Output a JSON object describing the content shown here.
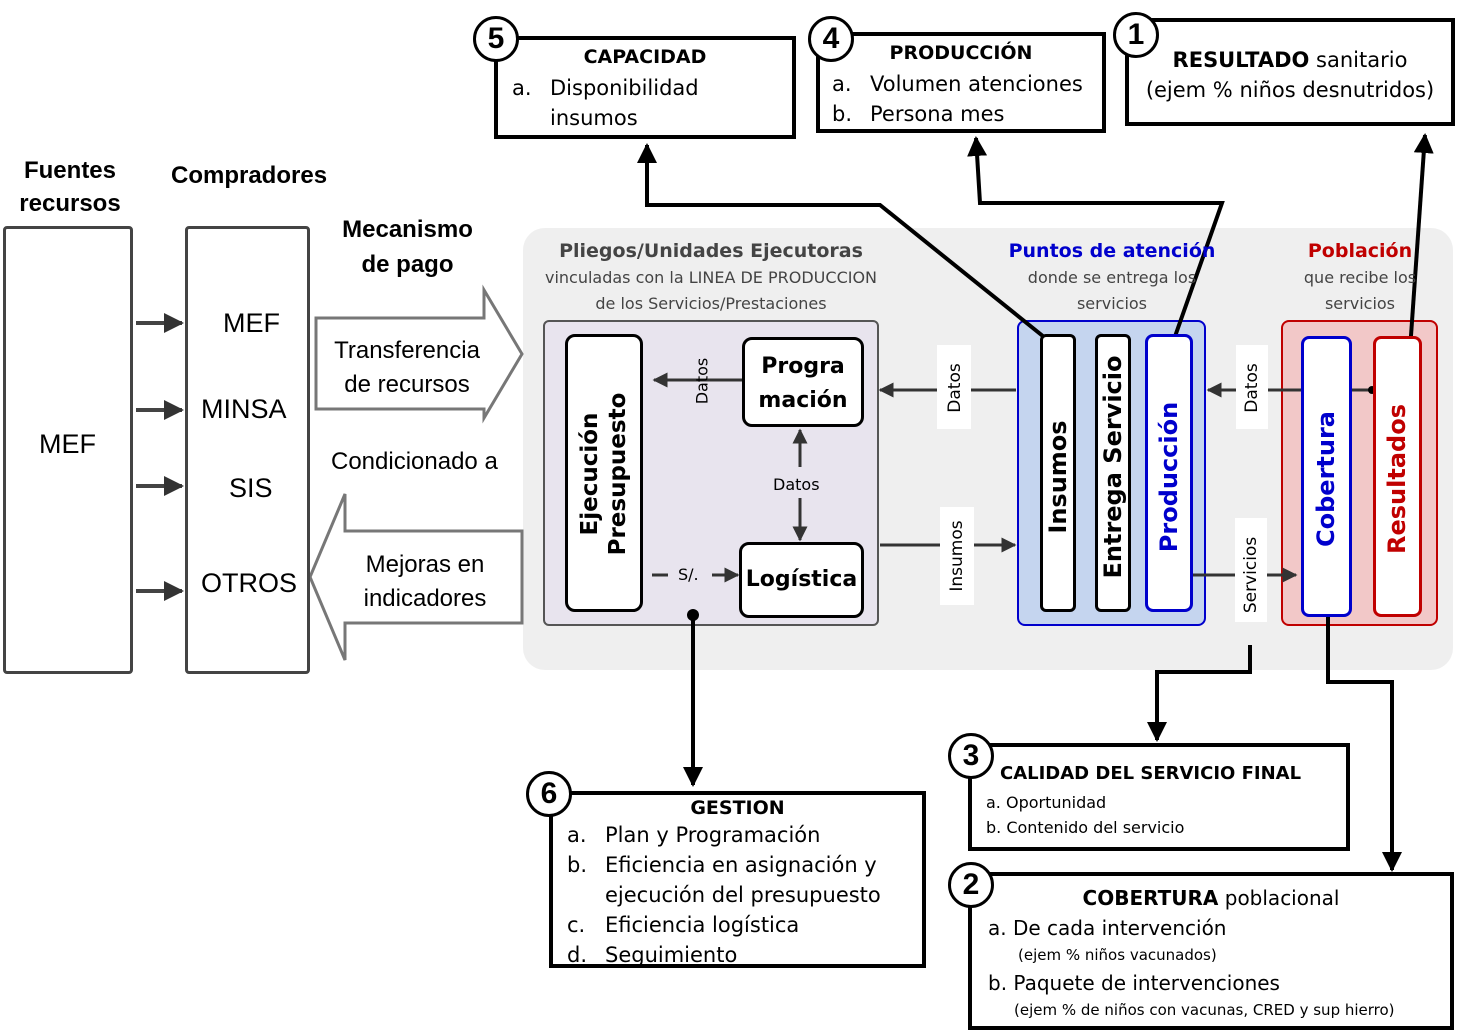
{
  "left": {
    "fuentes_line1": "Fuentes",
    "fuentes_line2": "recursos",
    "fuentes_box": "MEF",
    "compradores_title": "Compradores",
    "compradores": [
      "MEF",
      "MINSA",
      "SIS",
      "OTROS"
    ],
    "mecanismo_line1": "Mecanismo",
    "mecanismo_line2": "de pago",
    "transfer_line1": "Transferencia",
    "transfer_line2": "de recursos",
    "condicionado": "Condicionado a",
    "mejoras_line1": "Mejoras en",
    "mejoras_line2": "indicadores"
  },
  "pliegos": {
    "title": "Pliegos/Unidades Ejecutoras",
    "sub1": "vinculadas con la LINEA DE PRODUCCION",
    "sub2": "de los Servicios/Prestaciones",
    "ejecucion_line1": "Ejecución",
    "ejecucion_line2": "Presupuesto",
    "programacion_line1": "Progra",
    "programacion_line2": "mación",
    "logistica": "Logística",
    "datos_a": "Datos",
    "datos_b": "Datos",
    "soles": "S/."
  },
  "puntos": {
    "title": "Puntos de atención",
    "sub1": "donde se entrega los",
    "sub2": "servicios",
    "insumos": "Insumos",
    "entrega": "Entrega Servicio",
    "produccion": "Producción"
  },
  "poblacion": {
    "title": "Población",
    "sub1": "que recibe los",
    "sub2": "servicios",
    "cobertura": "Cobertura",
    "resultados": "Resultados"
  },
  "flows": {
    "datos_to_pliegos": "Datos",
    "insumos_to_puntos": "Insumos",
    "datos_from_poblacion": "Datos",
    "servicios": "Servicios"
  },
  "indicators": {
    "capacidad": {
      "num": "5",
      "title": "CAPACIDAD",
      "items": [
        [
          "a.",
          "Disponibilidad"
        ],
        [
          "",
          "insumos"
        ]
      ]
    },
    "produccion": {
      "num": "4",
      "title": "PRODUCCIÓN",
      "items": [
        [
          "a.",
          "Volumen atenciones"
        ],
        [
          "b.",
          "Persona mes"
        ]
      ]
    },
    "resultado": {
      "num": "1",
      "title_bold": "RESULTADO",
      "title_rest": " sanitario",
      "sub": "(ejem % niños desnutridos)"
    },
    "calidad": {
      "num": "3",
      "title": "CALIDAD DEL SERVICIO FINAL",
      "items": [
        "a. Oportunidad",
        "b.  Contenido del servicio"
      ]
    },
    "cobertura": {
      "num": "2",
      "title_bold": "COBERTURA",
      "title_rest": " poblacional",
      "a": "a.  De cada intervención",
      "a_sub": "(ejem % niños vacunados)",
      "b": "b.  Paquete de intervenciones",
      "b_sub": "(ejem % de niños con vacunas, CRED y sup hierro)"
    },
    "gestion": {
      "num": "6",
      "title": "GESTION",
      "items": [
        [
          "a.",
          "Plan y Programación"
        ],
        [
          "b.",
          "Eficiencia en asignación y"
        ],
        [
          "",
          "ejecución del presupuesto"
        ],
        [
          "c.",
          "Eficiencia logística"
        ],
        [
          "d.",
          "Seguimiento"
        ]
      ]
    }
  },
  "colors": {
    "blue": "#0000cc",
    "red": "#c00000",
    "purple_fill": "#e8e4ee",
    "blue_fill": "#c5d5ef",
    "red_fill": "#f2c8c8",
    "gray_panel": "#efefef"
  }
}
